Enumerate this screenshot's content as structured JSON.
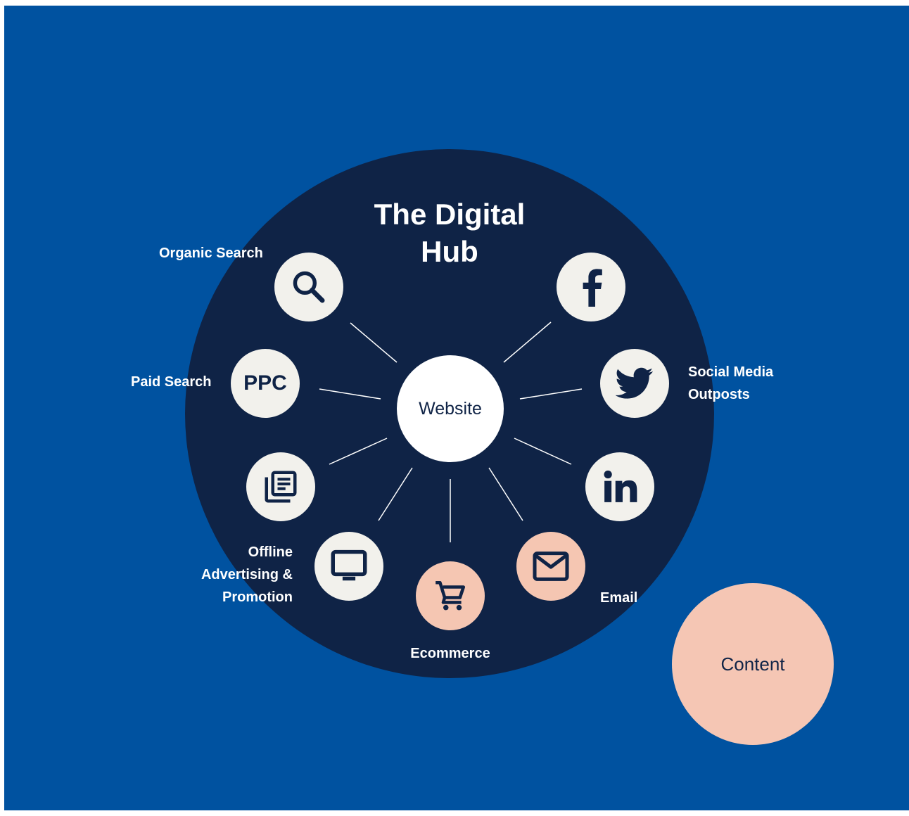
{
  "diagram": {
    "title": "The Digital\nHub",
    "center": "Website",
    "content": "Content",
    "nodes": [
      {
        "icon": "search-icon"
      },
      {
        "icon": "facebook-icon"
      },
      {
        "text": "PPC"
      },
      {
        "icon": "twitter-icon"
      },
      {
        "icon": "newspaper-icon"
      },
      {
        "icon": "linkedin-icon"
      },
      {
        "icon": "monitor-icon"
      },
      {
        "icon": "cart-icon"
      },
      {
        "icon": "envelope-icon"
      }
    ],
    "labels": {
      "organic_search": "Organic Search",
      "paid_search": "Paid Search",
      "social_media": "Social Media\nOutposts",
      "offline": "Offline\nAdvertising &\nPromotion",
      "ecommerce": "Ecommerce",
      "email": "Email"
    }
  },
  "colors": {
    "background": "#0052a0",
    "hub": "#0f2346",
    "node": "#f2f1ec",
    "accent": "#f5c6b2",
    "text_dark": "#0f2346"
  }
}
